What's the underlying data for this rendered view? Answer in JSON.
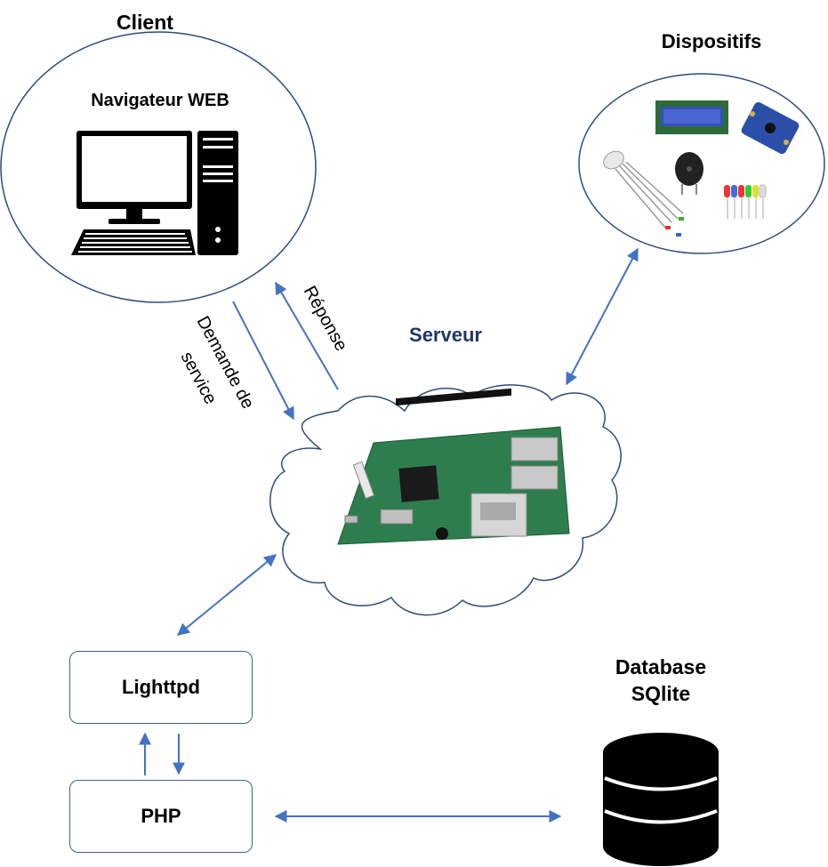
{
  "labels": {
    "client": "Client",
    "browser": "Navigateur WEB",
    "devices": "Dispositifs",
    "server": "Serveur",
    "request_line1": "Demande de",
    "request_line2": "service",
    "response": "Réponse",
    "lighttpd": "Lighttpd",
    "php": "PHP",
    "db_line1": "Database",
    "db_line2": "SQlite"
  },
  "colors": {
    "arrow": "#4472c4",
    "outline": "#2f4b7c",
    "server_label": "#1f3864",
    "board": "#2e7d4f"
  },
  "icons": [
    "desktop-computer-icon",
    "raspberry-pi-board-icon",
    "database-icon",
    "lcd-display-icon",
    "sensor-board-icon",
    "buzzer-icon",
    "rgb-led-icon",
    "led-set-icon"
  ]
}
